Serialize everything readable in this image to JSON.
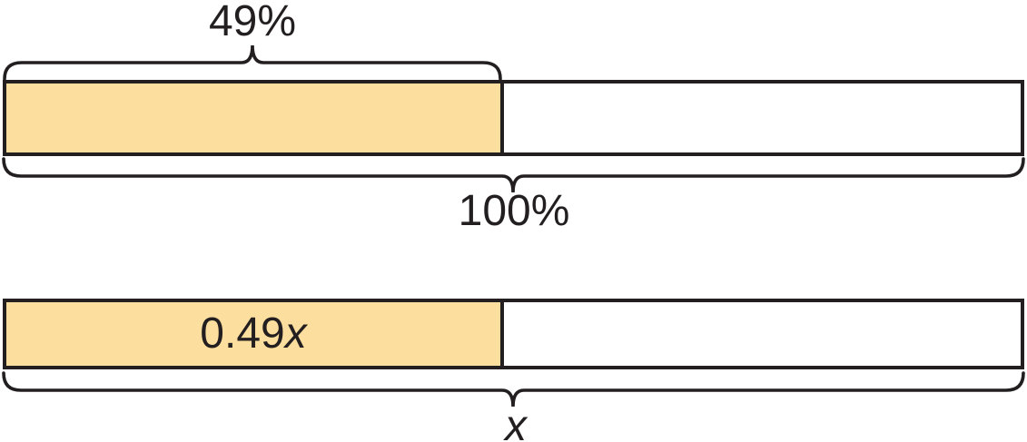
{
  "palette": {
    "shaded_fill": "#FCDE9E",
    "line_color": "#231F20",
    "background": "#FFFFFF"
  },
  "top_tape": {
    "shaded_brace_label": "49%",
    "total_brace_label": "100%",
    "shaded_fraction": 0.49
  },
  "bottom_tape": {
    "shaded_coefficient": "0.49",
    "shaded_variable": "x",
    "total_brace_label": "x",
    "shaded_fraction": 0.49
  }
}
